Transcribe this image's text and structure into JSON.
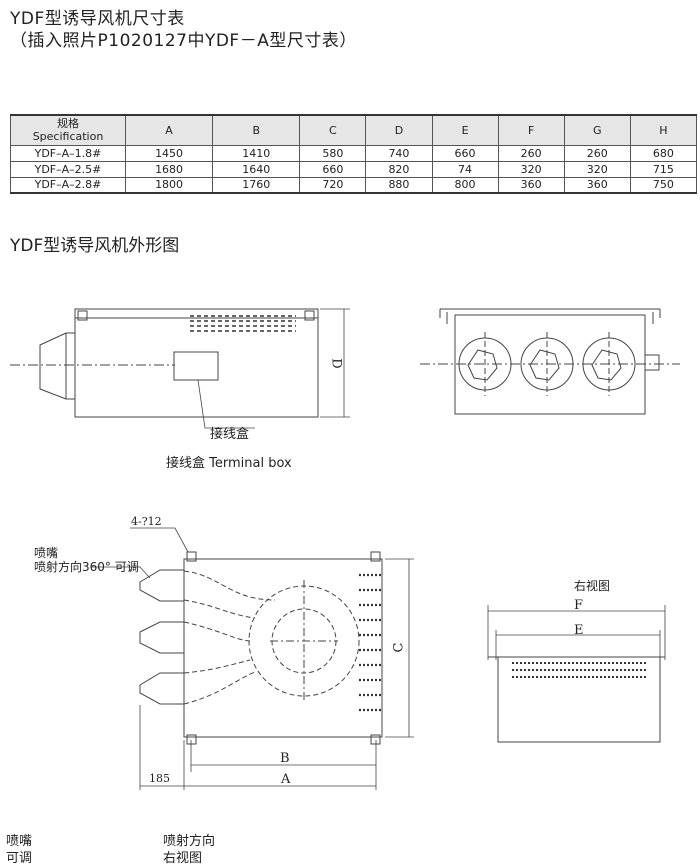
{
  "title_line1": "YDF型诱导风机尺寸表",
  "title_line2": "（插入照片P1020127中YDF－A型尺寸表）",
  "table": {
    "header_first_line1": "规格",
    "header_first_line2": "Specification",
    "columns": [
      "A",
      "B",
      "C",
      "D",
      "E",
      "F",
      "G",
      "H"
    ],
    "rows": [
      {
        "spec": "YDF–A–1.8#",
        "values": [
          "1450",
          "1410",
          "580",
          "740",
          "660",
          "260",
          "260",
          "680"
        ]
      },
      {
        "spec": "YDF–A–2.5#",
        "values": [
          "1680",
          "1640",
          "660",
          "820",
          "74",
          "320",
          "320",
          "715"
        ]
      },
      {
        "spec": "YDF–A–2.8#",
        "values": [
          "1800",
          "1760",
          "720",
          "880",
          "800",
          "360",
          "360",
          "750"
        ]
      }
    ]
  },
  "section_title": "YDF型诱导风机外形图",
  "drawing_labels": {
    "dim_d": "D",
    "junction_box": "接线盒",
    "junction_box_caption": "接线盒  Terminal box",
    "holes": "4-?12",
    "nozzle": "喷嘴",
    "nozzle_direction": "喷射方向360° 可调",
    "dim_c": "C",
    "dim_b": "B",
    "dim_a": "A",
    "dim_185": "185",
    "right_view": "右视图",
    "dim_f": "F",
    "dim_e": "E"
  },
  "footer": {
    "left_line1": "喷嘴",
    "left_line2": "可调",
    "right_line1": "喷射方向",
    "right_line2": "右视图"
  }
}
